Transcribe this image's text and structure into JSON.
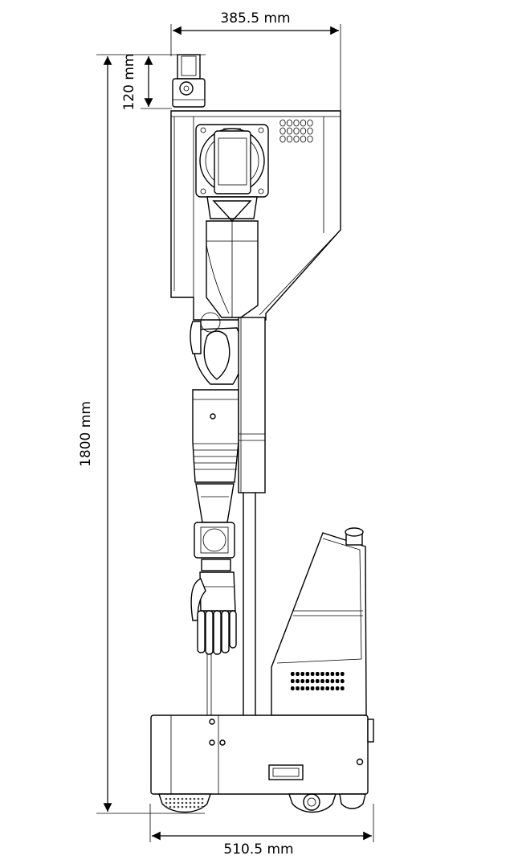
{
  "dimensions": {
    "top_width": "385.5 mm",
    "bottom_width": "510.5 mm",
    "total_height": "1800 mm",
    "head_height": "120 mm"
  }
}
